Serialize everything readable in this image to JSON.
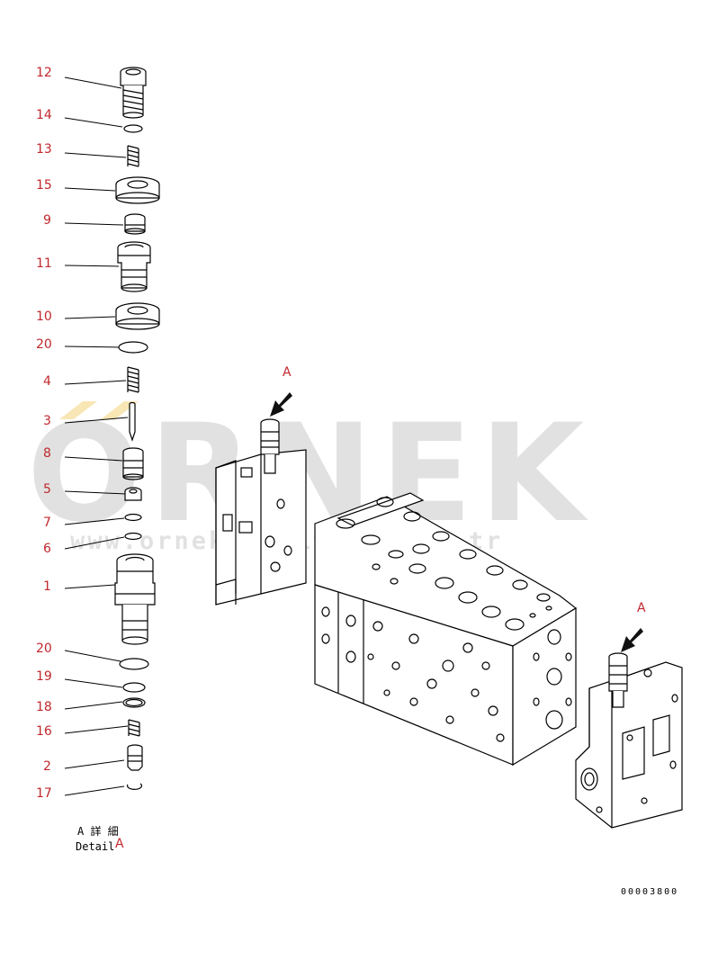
{
  "colors": {
    "callout": "#c0282d",
    "line": "#000000",
    "watermark": "#c9c9c9",
    "watermark_accent": "#f3d27a"
  },
  "callouts": [
    {
      "id": "c12a",
      "label": "12"
    },
    {
      "id": "c14",
      "label": "14"
    },
    {
      "id": "c13",
      "label": "13"
    },
    {
      "id": "c15",
      "label": "15"
    },
    {
      "id": "c9",
      "label": "9"
    },
    {
      "id": "c11",
      "label": "11"
    },
    {
      "id": "c10",
      "label": "10"
    },
    {
      "id": "c20a",
      "label": "20"
    },
    {
      "id": "c4",
      "label": "4"
    },
    {
      "id": "c3",
      "label": "3"
    },
    {
      "id": "c8",
      "label": "8"
    },
    {
      "id": "c5",
      "label": "5"
    },
    {
      "id": "c7",
      "label": "7"
    },
    {
      "id": "c6",
      "label": "6"
    },
    {
      "id": "c1",
      "label": "1"
    },
    {
      "id": "c20b",
      "label": "20"
    },
    {
      "id": "c19",
      "label": "19"
    },
    {
      "id": "c18",
      "label": "18"
    },
    {
      "id": "c16",
      "label": "16"
    },
    {
      "id": "c2",
      "label": "2"
    },
    {
      "id": "c17",
      "label": "17"
    }
  ],
  "view_marks": {
    "a_left": "A",
    "a_right": "A"
  },
  "detail": {
    "jp_text": "A 詳 細",
    "en_text": "Detail",
    "letter": "A"
  },
  "drawing_number": "00003800",
  "watermark": {
    "brand": "ORNEK",
    "url": "www.orneklersitesi.com.tr"
  }
}
